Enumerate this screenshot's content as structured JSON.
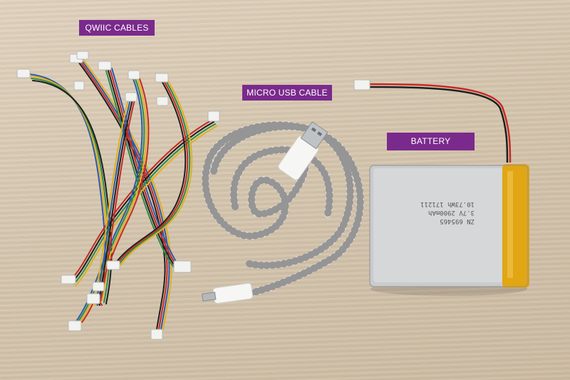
{
  "labels": {
    "qwiic_cables": "QWIIC CABLES",
    "micro_usb_cable": "MICRO USB CABLE",
    "battery": "BATTERY"
  },
  "battery_print": {
    "line1": "ZN 695465",
    "line2": "3.7V 2900mAh",
    "line3": "10.73Wh 171211"
  },
  "colors": {
    "label_bg": "#7a2a8c",
    "label_text": "#ffffff",
    "table": "#d8c9b4",
    "wire_red": "#c62a26",
    "wire_black": "#1e1e1e",
    "wire_blue": "#2d5aa8",
    "wire_yellow": "#e0b020",
    "wire_green": "#2f8a4a",
    "battery_body": "#cfd1d3",
    "battery_tape": "#e0a614"
  }
}
